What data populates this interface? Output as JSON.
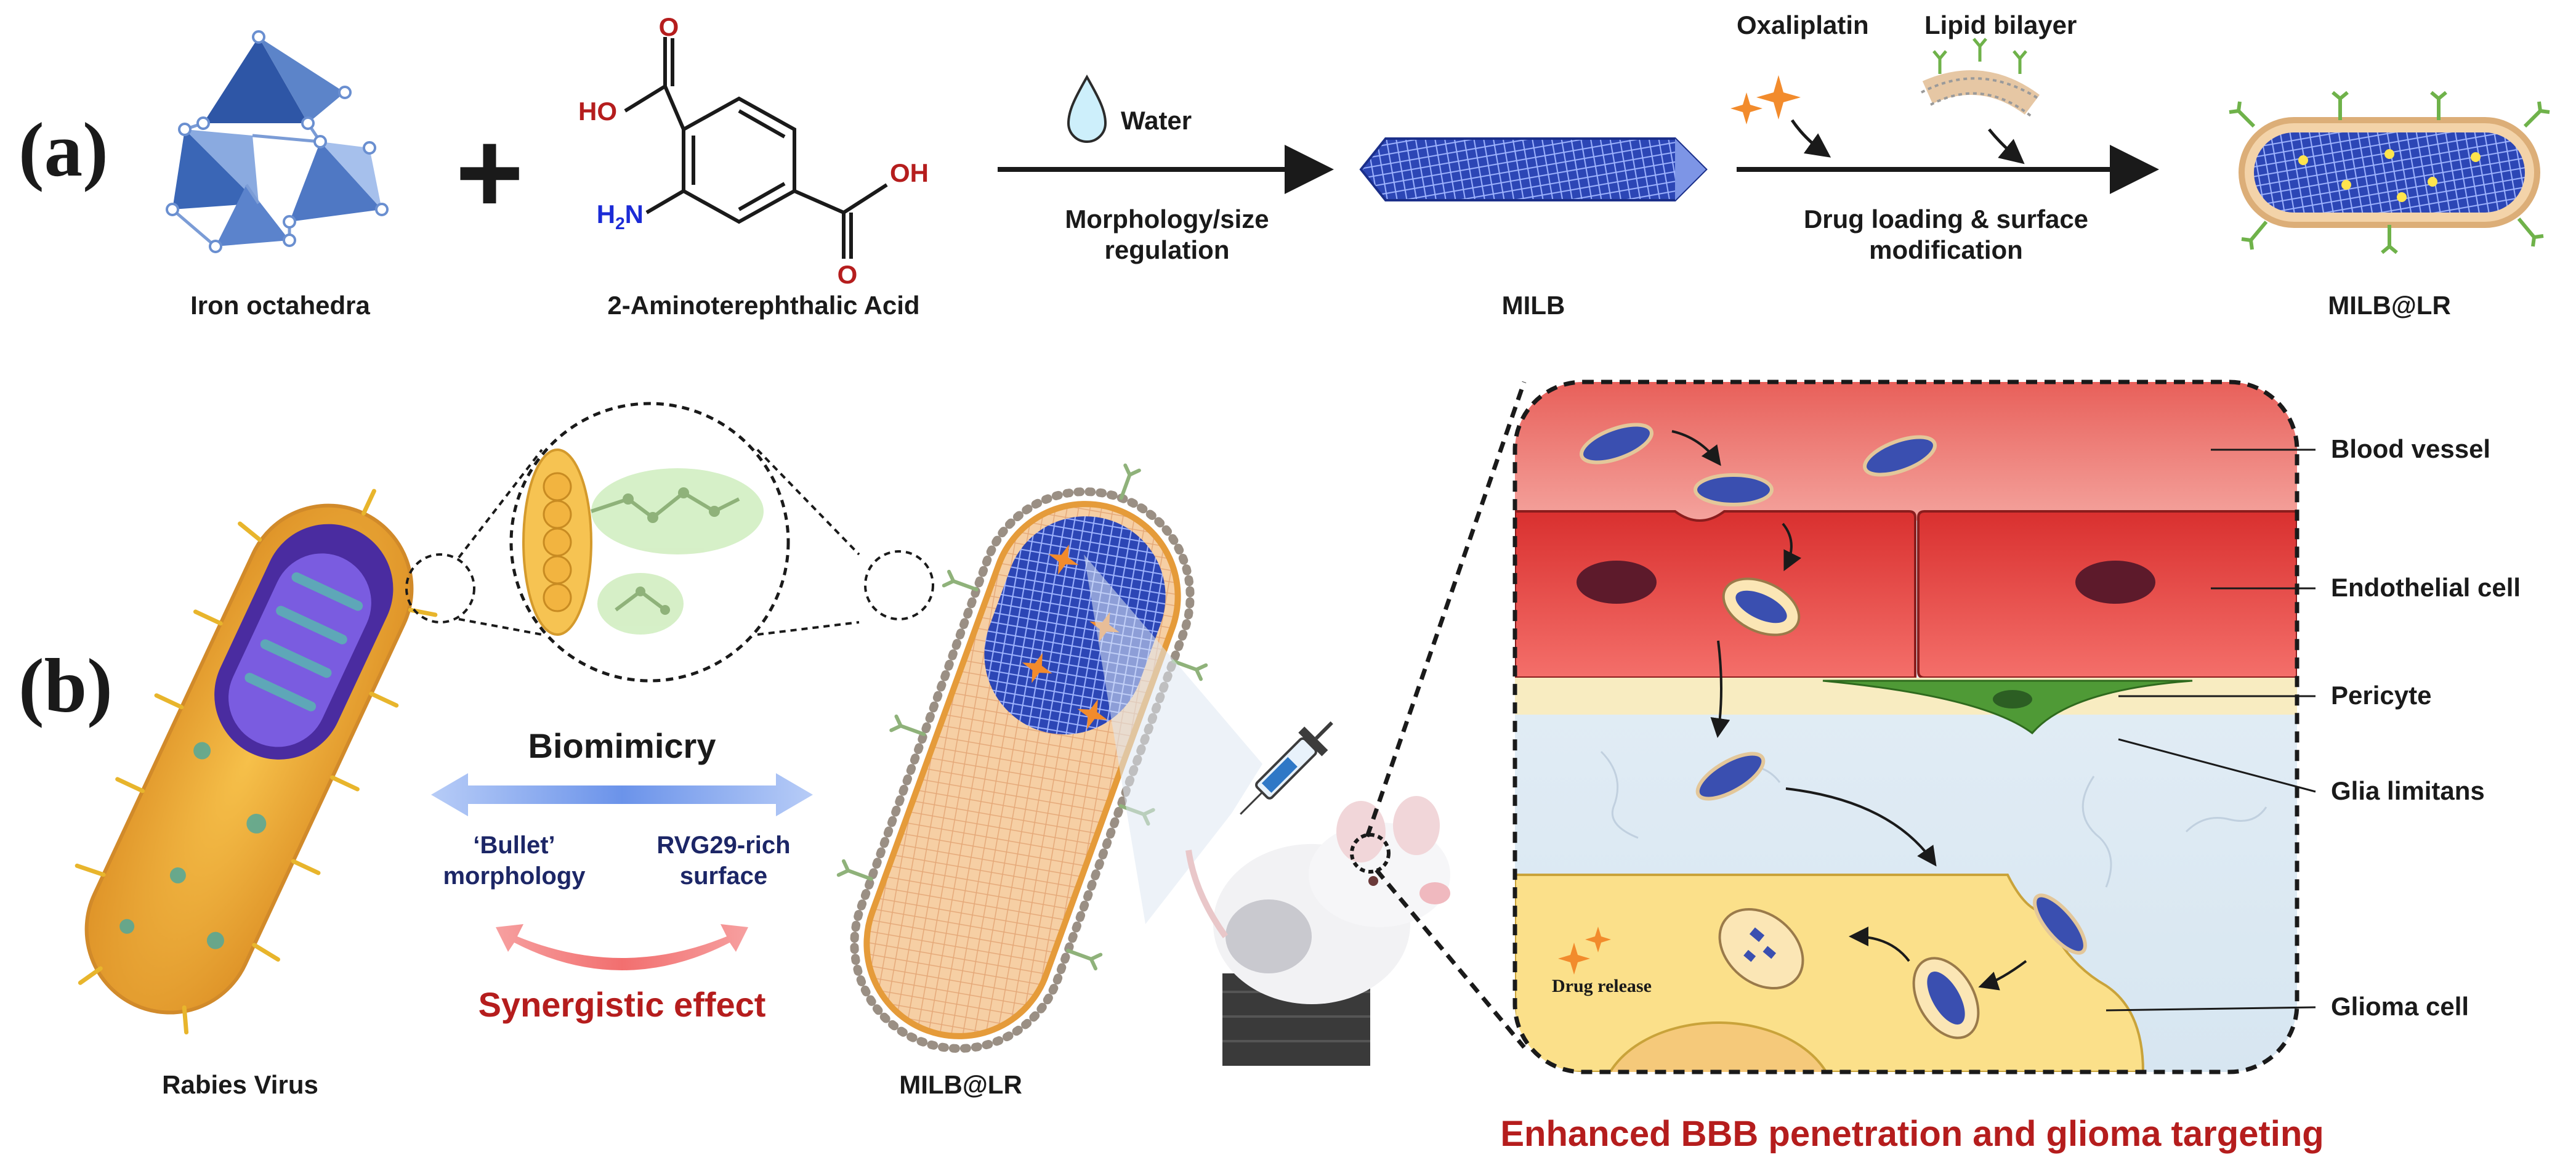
{
  "panels": {
    "a": "(a)",
    "b": "(b)"
  },
  "a": {
    "plus": "+",
    "iron_label": "Iron octahedra",
    "acid_label": "2-Aminoterephthalic Acid",
    "acid_groups": {
      "ho": "HO",
      "oh": "OH",
      "o": "O",
      "h2n": "H",
      "h2n_sub": "2",
      "h2n_n": "N"
    },
    "water": "Water",
    "step1_line1": "Morphology/size",
    "step1_line2": "regulation",
    "milb_label": "MILB",
    "oxaliplatin": "Oxaliplatin",
    "lipid_bilayer": "Lipid bilayer",
    "step2_line1": "Drug loading & surface",
    "step2_line2": "modification",
    "milb_lr_label": "MILB@LR"
  },
  "b": {
    "rabies_label": "Rabies Virus",
    "biomimicry": "Biomimicry",
    "bullet_line1": "‘Bullet’",
    "bullet_line2": "morphology",
    "rvg_line1": "RVG29-rich",
    "rvg_line2": "surface",
    "synergy": "Synergistic effect",
    "milb_lr_label": "MILB@LR",
    "drug_release": "Drug release",
    "labels": {
      "blood_vessel": "Blood vessel",
      "endothelial": "Endothelial cell",
      "pericyte": "Pericyte",
      "glia": "Glia limitans",
      "glioma": "Glioma cell"
    },
    "caption": "Enhanced BBB penetration and glioma targeting"
  },
  "colors": {
    "blood": "#f07f79",
    "endothelium": "#e23c3c",
    "glioma": "#fbe08a",
    "milb_blue": "#2a47b8",
    "rvg_green": "#6fb24a",
    "caption_red": "#b51d1d"
  }
}
